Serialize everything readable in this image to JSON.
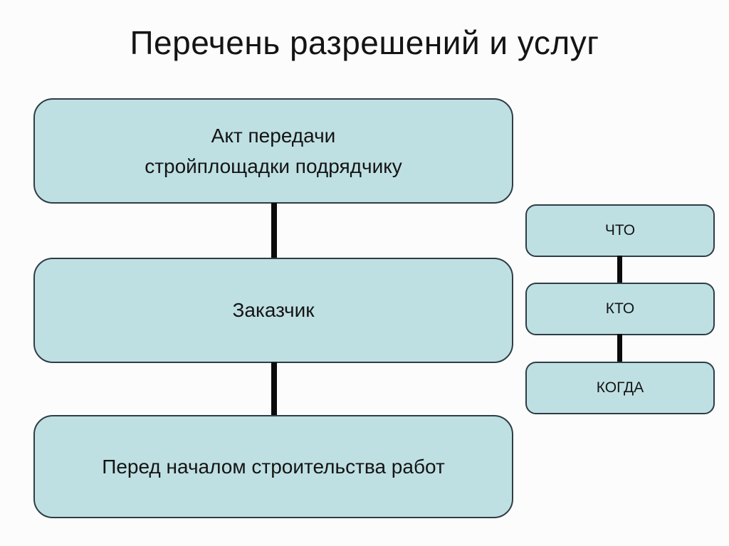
{
  "slide": {
    "title": "Перечень разрешений и услуг"
  },
  "colors": {
    "page_bg": "#fdfcfc",
    "box_fill": "#bfe0e3",
    "box_border": "#2e3d45",
    "connector": "#0b0b0b",
    "text": "#141414"
  },
  "main_flow": {
    "boxes": [
      {
        "id": "act-transfer",
        "lines": [
          "Акт передачи",
          "стройплощадки подрядчику"
        ]
      },
      {
        "id": "customer",
        "lines": [
          "Заказчик"
        ]
      },
      {
        "id": "before-start",
        "lines": [
          "Перед началом строительства работ"
        ]
      }
    ]
  },
  "legend_flow": {
    "boxes": [
      {
        "id": "what",
        "label": "ЧТО"
      },
      {
        "id": "who",
        "label": "КТО"
      },
      {
        "id": "when",
        "label": "КОГДА"
      }
    ]
  }
}
